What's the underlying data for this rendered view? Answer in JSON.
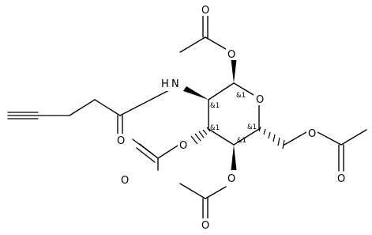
{
  "molecule": {
    "atom_labels": {
      "o_ring": "O",
      "o_c1": "O",
      "o_c1_carbonyl": "O",
      "o_c3": "O",
      "o_c3_carbonyl": "O",
      "o_c4": "O",
      "o_c4_carbonyl": "O",
      "o_c6": "O",
      "o_c6_carbonyl": "O",
      "o_amide": "O",
      "n_amide": "N",
      "h_amide": "H"
    },
    "stereo_labels": {
      "c1": "&1",
      "c2": "&1",
      "c3": "&1",
      "c4": "&1",
      "c5": "&1"
    }
  }
}
